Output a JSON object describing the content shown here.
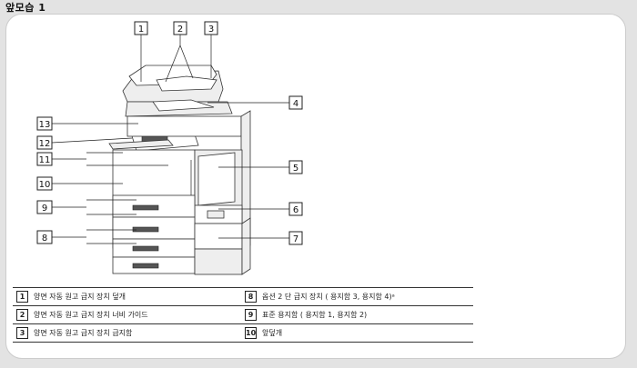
{
  "title": "앞모습 1",
  "callouts": [
    "1",
    "2",
    "3",
    "4",
    "5",
    "6",
    "7",
    "8",
    "9",
    "10",
    "11",
    "12",
    "13"
  ],
  "legend": [
    [
      {
        "num": "1",
        "text": "양면 자동 원고 급지 장치 덮개"
      },
      {
        "num": "8",
        "text": "옵션 2 단 급지 장치 ( 용지함 3, 용지함 4)ᵃ"
      }
    ],
    [
      {
        "num": "2",
        "text": "양면 자동 원고 급지 장치 너비 가이드"
      },
      {
        "num": "9",
        "text": "표준 용지함 ( 용지함 1, 용지함 2)"
      }
    ],
    [
      {
        "num": "3",
        "text": "양면 자동 원고 급지 장치 급지함"
      },
      {
        "num": "10",
        "text": "앞덮개"
      }
    ]
  ]
}
